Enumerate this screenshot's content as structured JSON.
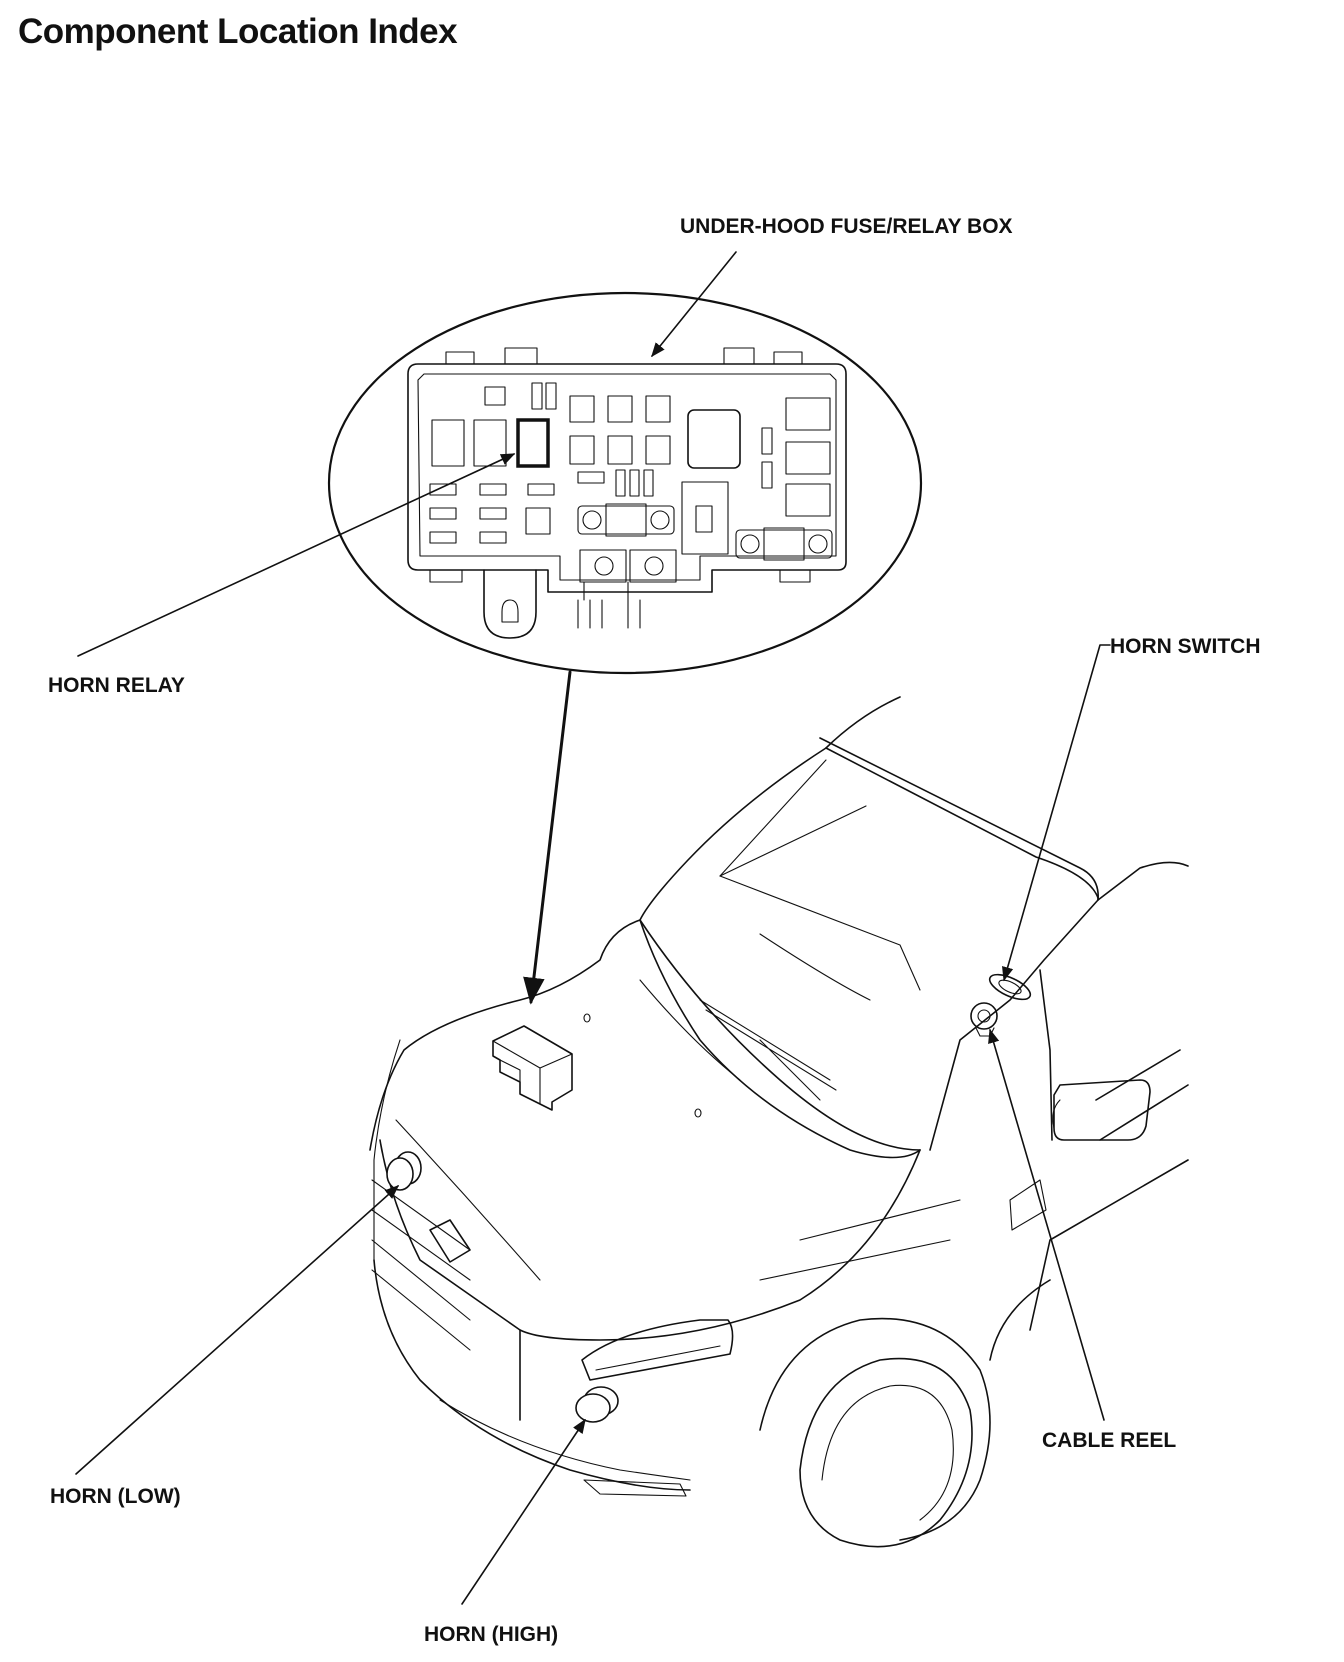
{
  "header": {
    "title": "Component Location Index"
  },
  "labels": {
    "fuse_box": "UNDER-HOOD FUSE/RELAY BOX",
    "horn_relay": "HORN RELAY",
    "horn_switch": "HORN SWITCH",
    "cable_reel": "CABLE REEL",
    "horn_low": "HORN (LOW)",
    "horn_high": "HORN (HIGH)"
  },
  "icons": {
    "arrowhead": "arrowhead-icon"
  }
}
